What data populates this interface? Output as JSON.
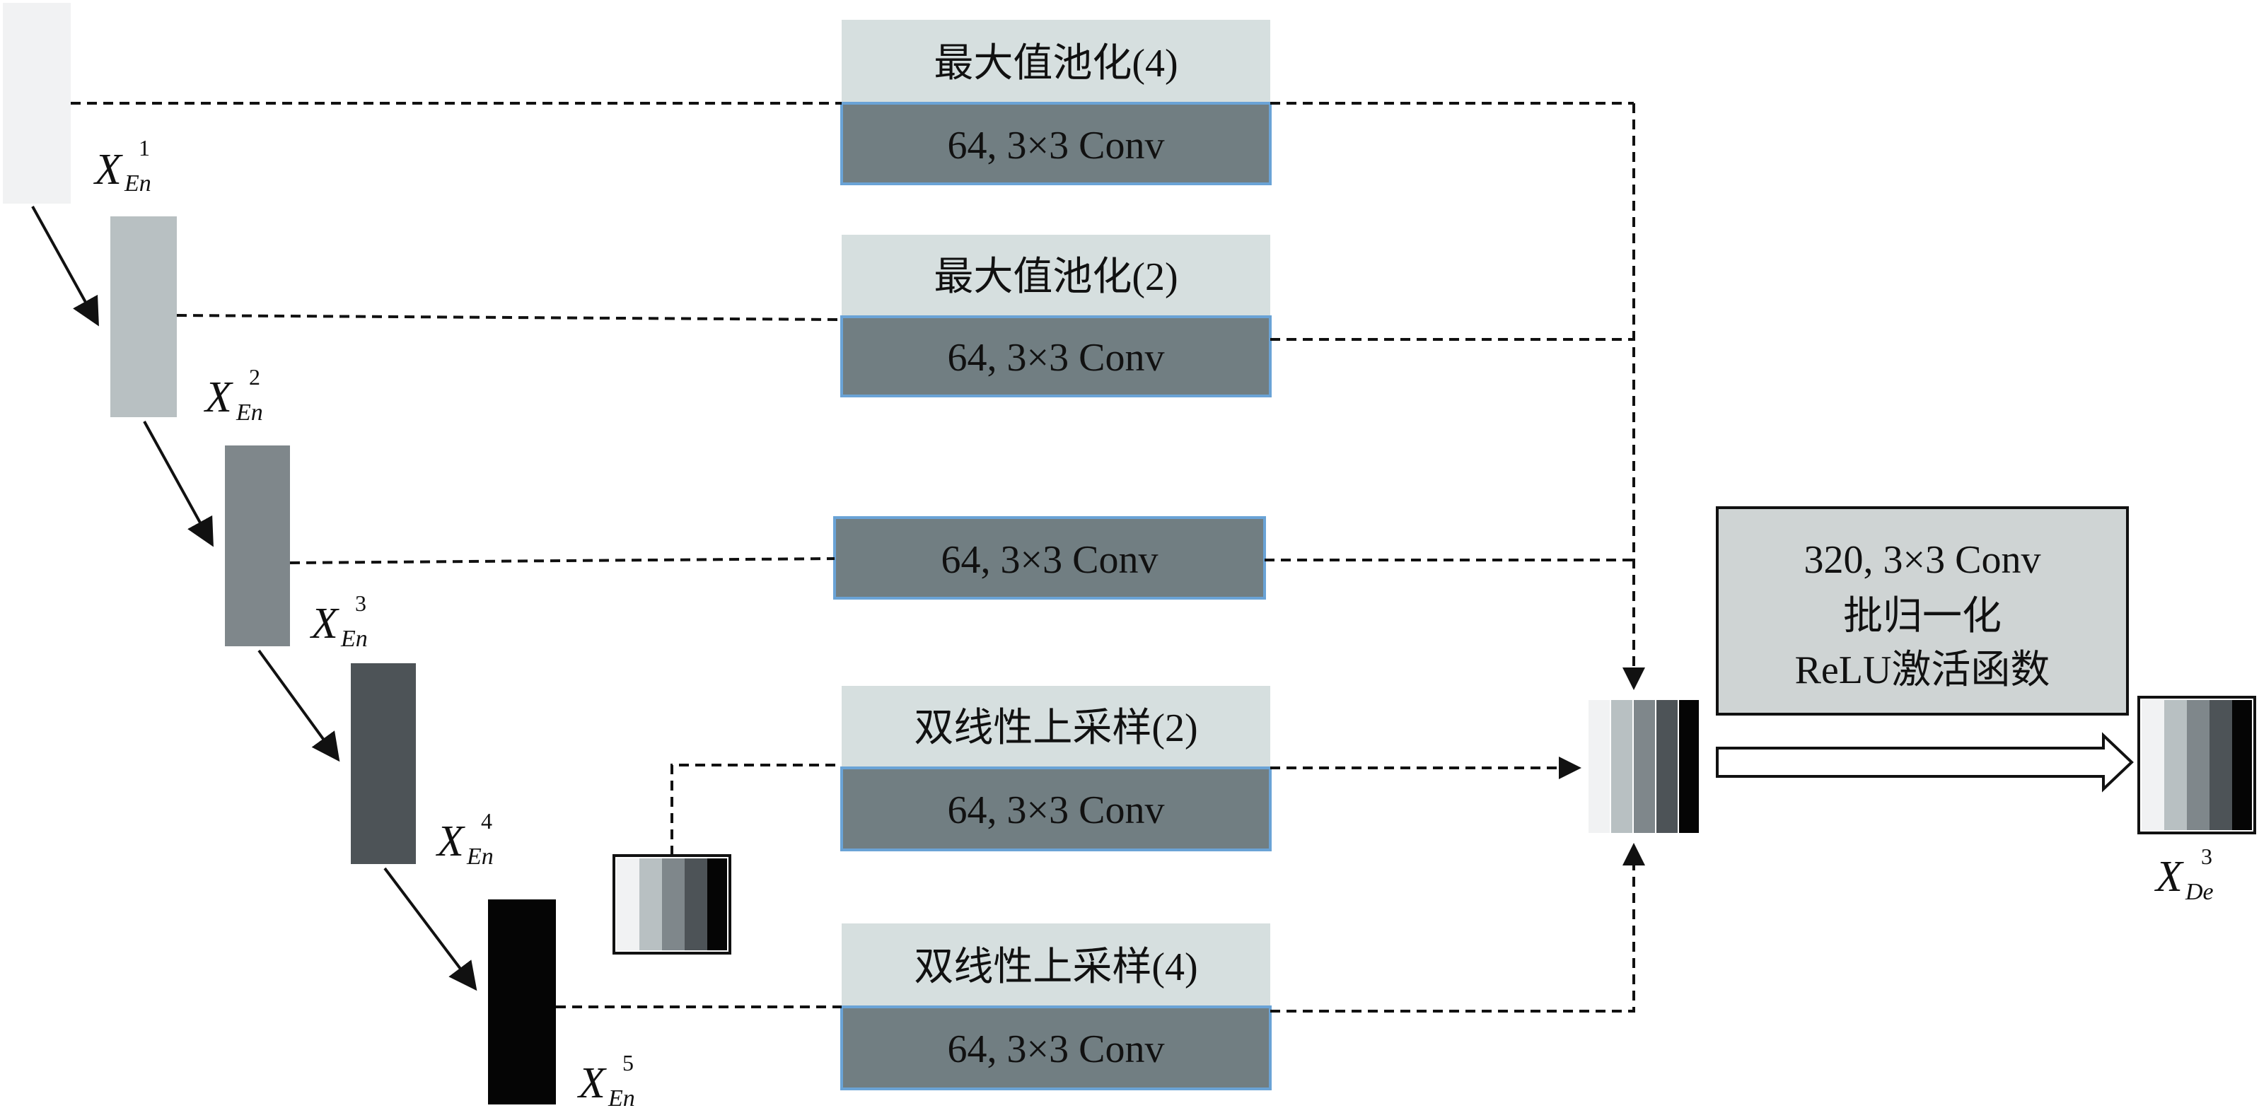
{
  "colors": {
    "enc1": "#f1f2f3",
    "enc2": "#b8c0c2",
    "enc3": "#7f878b",
    "enc4": "#4d5357",
    "enc5": "#050505",
    "header_fill": "#d6dfdf",
    "conv_fill": "#717e82",
    "conv_border": "#6aa3d6",
    "big_box_fill": "#cfd4d4"
  },
  "encoders": [
    {
      "base": "X",
      "sub": "En",
      "sup": "1"
    },
    {
      "base": "X",
      "sub": "En",
      "sup": "2"
    },
    {
      "base": "X",
      "sub": "En",
      "sup": "3"
    },
    {
      "base": "X",
      "sub": "En",
      "sup": "4"
    },
    {
      "base": "X",
      "sub": "En",
      "sup": "5"
    }
  ],
  "branches": [
    {
      "op": "最大值池化(4)",
      "conv": "64, 3×3 Conv"
    },
    {
      "op": "最大值池化(2)",
      "conv": "64, 3×3 Conv"
    },
    {
      "op": "",
      "conv": "64, 3×3 Conv"
    },
    {
      "op": "双线性上采样(2)",
      "conv": "64, 3×3 Conv"
    },
    {
      "op": "双线性上采样(4)",
      "conv": "64, 3×3 Conv"
    }
  ],
  "fusion": {
    "line1": "320, 3×3 Conv",
    "line2": "批归一化",
    "line3": "ReLU激活函数"
  },
  "output": {
    "base": "X",
    "sub": "De",
    "sup": "3"
  }
}
